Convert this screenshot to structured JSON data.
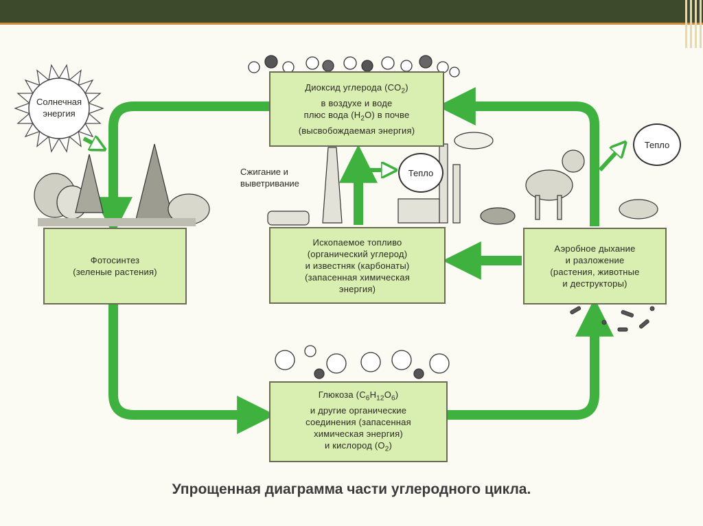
{
  "caption": "Упрощенная диаграмма части углеродного цикла.",
  "sun": {
    "line1": "Солнечная",
    "line2": "энергия"
  },
  "boxes": {
    "co2": {
      "line1_pre": "Диоксид углерода (CO",
      "line1_sub": "2",
      "line1_post": ")",
      "line2": "в воздухе и воде",
      "line3_pre": "плюс вода (H",
      "line3_sub": "2",
      "line3_post": "O) в почве",
      "line4": "(высвобождаемая энергия)"
    },
    "photosynthesis": {
      "line1": "Фотосинтез",
      "line2": "(зеленые растения)"
    },
    "fossil": {
      "line1": "Ископаемое топливо",
      "line2": "(органический углерод)",
      "line3": "и известняк (карбонаты)",
      "line4": "(запасенная химическая",
      "line5": "энергия)"
    },
    "aerobic": {
      "line1": "Аэробное дыхание",
      "line2": "и разложение",
      "line3": "(растения,  животные",
      "line4": "и деструкторы)"
    },
    "glucose": {
      "line1_pre": "Глюкоза (C",
      "line1_sub1": "6",
      "line1_mid1": "H",
      "line1_sub2": "12",
      "line1_mid2": "O",
      "line1_sub3": "6",
      "line1_post": ")",
      "line2": "и другие органические",
      "line3": "соединения  (запасенная",
      "line4": "химическая энергия)",
      "line5_pre": "и кислород  (O",
      "line5_sub": "2",
      "line5_post": ")"
    }
  },
  "burning_label": {
    "line1": "Сжигание и",
    "line2": "выветривание"
  },
  "heat_label_1": "Тепло",
  "heat_label_2": "Тепло",
  "colors": {
    "arrow": "#3eb13e",
    "box": "#d9eeb1",
    "topbar": "#3e4a2c",
    "accent": "#cf8a3a"
  }
}
